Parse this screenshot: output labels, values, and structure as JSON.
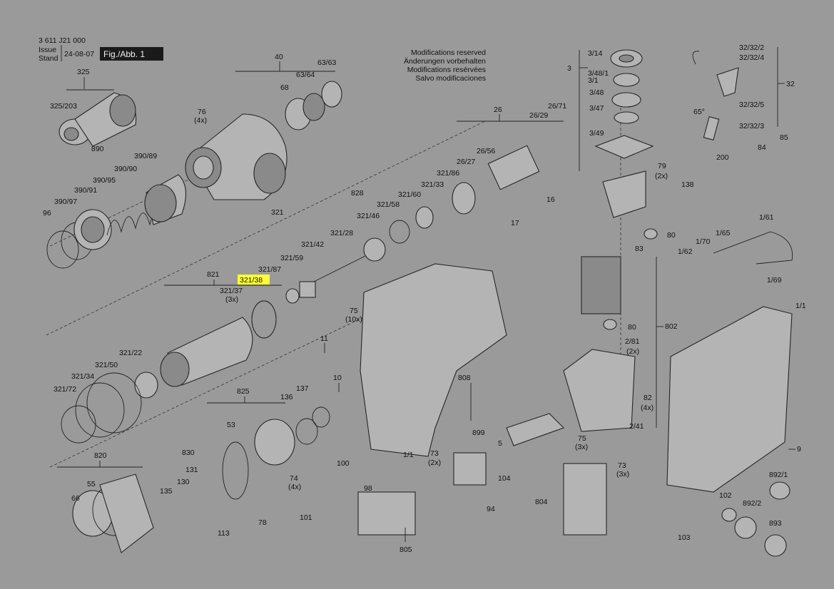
{
  "header": {
    "doc_number": "3 611 J21 000",
    "issue_label_1": "Issue",
    "issue_label_2": "Stand",
    "issue_date": "24-08-07",
    "fig_label": "Fig./Abb. 1"
  },
  "notice": {
    "lines": [
      "Modifications reserved",
      "Änderungen vorbehalten",
      "Modifications resérvées",
      "Salvo modificaciones"
    ]
  },
  "highlight": {
    "color": "#ffff33",
    "part": "321/38"
  },
  "colors": {
    "background": "#9a9a9a",
    "line": "#222222",
    "fig_box": "#1a1a1a"
  },
  "labels": {
    "l325": "325",
    "l325_203": "325/203",
    "l890": "890",
    "l390_89": "390/89",
    "l390_90": "390/90",
    "l390_95": "390/95",
    "l390_91": "390/91",
    "l390_97": "390/97",
    "l96": "96",
    "l40": "40",
    "l63_63": "63/63",
    "l63_64": "63/64",
    "l68": "68",
    "l76": "76",
    "l4x_a": "(4x)",
    "l3_14": "3/14",
    "l3": "3",
    "l3_48_1": "3/48/1",
    "l3_1": "3/1",
    "l3_48": "3/48",
    "l3_47": "3/47",
    "l3_49": "3/49",
    "l32_32_2": "32/32/2",
    "l32_32_4": "32/32/4",
    "l32": "32",
    "l32_32_5": "32/32/5",
    "l32_32_3": "32/32/3",
    "l65deg": "65°",
    "l85": "85",
    "l84": "84",
    "l200": "200",
    "l138": "138",
    "l26": "26",
    "l26_71": "26/71",
    "l26_29": "26/29",
    "l26_56": "26/56",
    "l26_27": "26/27",
    "l79": "79",
    "l2x_a": "(2x)",
    "l828": "828",
    "l321_86": "321/86",
    "l321_33": "321/33",
    "l321_60": "321/60",
    "l321_58": "321/58",
    "l321_46": "321/46",
    "l321_28": "321/28",
    "l321_42": "321/42",
    "l321_59": "321/59",
    "l321": "321",
    "l16": "16",
    "l17": "17",
    "l80_a": "80",
    "l83": "83",
    "l1_61": "1/61",
    "l1_70": "1/70",
    "l1_65": "1/65",
    "l1_62": "1/62",
    "l1_69": "1/69",
    "l821": "821",
    "l321_87": "321/87",
    "l321_38": "321/38",
    "l321_37": "321/37",
    "l3x_a": "(3x)",
    "l75_a": "75",
    "l10x": "(10x)",
    "l80_b": "80",
    "l1_1": "1/1",
    "l2_81": "2/81",
    "l2x_b": "(2x)",
    "l802": "802",
    "l11": "11",
    "l321_22": "321/22",
    "l321_50": "321/50",
    "l321_34": "321/34",
    "l321_72": "321/72",
    "l825": "825",
    "l137": "137",
    "l136": "136",
    "l10": "10",
    "l808": "808",
    "l82": "82",
    "l4x_b": "(4x)",
    "l2_41": "2/41",
    "l899": "899",
    "l5": "5",
    "l53": "53",
    "l830": "830",
    "l820": "820",
    "l55": "55",
    "l66": "66",
    "l130": "130",
    "l135": "135",
    "l131": "131",
    "l113": "113",
    "l78": "78",
    "l100": "100",
    "l1_1b": "1/1",
    "l74": "74",
    "l4x_c": "(4x)",
    "l101": "101",
    "l73_a": "73",
    "l2x_c": "(2x)",
    "l104": "104",
    "l98": "98",
    "l94": "94",
    "l805": "805",
    "l75_b": "75",
    "l3x_b": "(3x)",
    "l73_b": "73",
    "l3x_c": "(3x)",
    "l804": "804",
    "l9": "9",
    "l892_1": "892/1",
    "l102": "102",
    "l892_2": "892/2",
    "l893": "893",
    "l103": "103"
  }
}
